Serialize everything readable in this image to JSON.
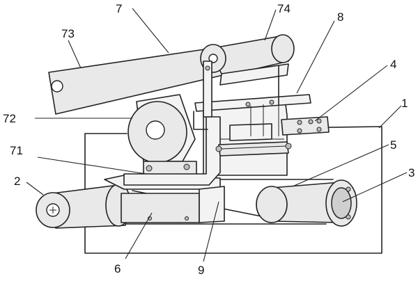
{
  "labels": {
    "l1": "1",
    "l2": "2",
    "l3": "3",
    "l4": "4",
    "l5": "5",
    "l6": "6",
    "l7": "7",
    "l8": "8",
    "l9": "9",
    "l71": "71",
    "l72": "72",
    "l73": "73",
    "l74": "74"
  }
}
